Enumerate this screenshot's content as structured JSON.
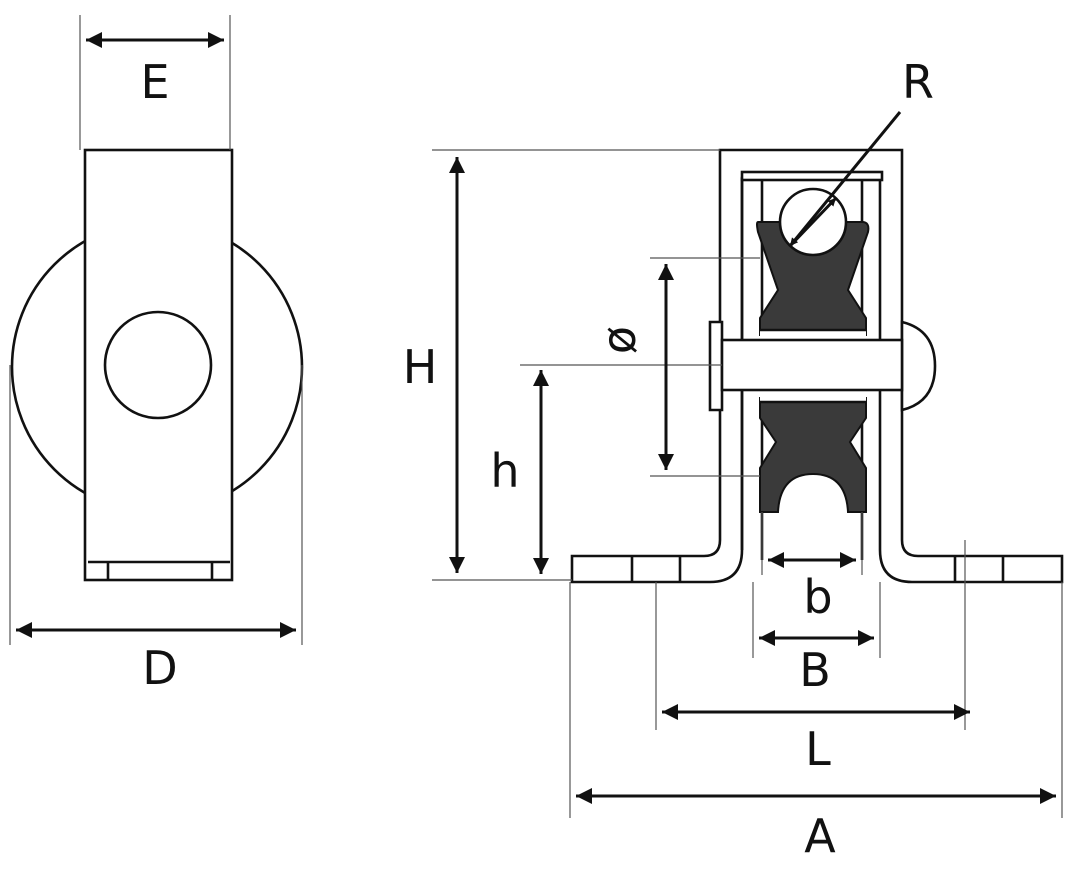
{
  "labels": {
    "E": "E",
    "D": "D",
    "H": "H",
    "h": "h",
    "R": "R",
    "phi": "ø",
    "b": "b",
    "B": "B",
    "L": "L",
    "A": "A"
  },
  "colors": {
    "line": "#111111",
    "sheave": "#3a3a3a",
    "background": "#ffffff"
  }
}
